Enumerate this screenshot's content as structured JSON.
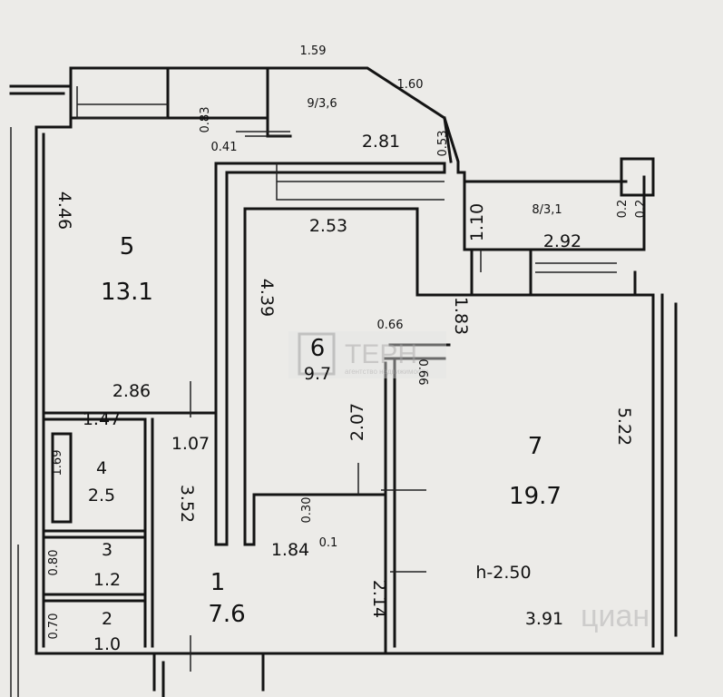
{
  "plan": {
    "labels": [
      "1.59",
      "1.60",
      "9/3,6",
      "0.83",
      "0.41",
      "2.81",
      "0.53",
      "8/3,1",
      "2.92",
      "1.10",
      "0.2",
      "0.2",
      "4.46",
      "5",
      "13.1",
      "2.53",
      "4.39",
      "2.86",
      "6",
      "9.7",
      "0.66",
      "1.83",
      "0.66",
      "2.07",
      "7",
      "19.7",
      "5.22",
      "1.47",
      "1.07",
      "1.69",
      "4",
      "2.5",
      "3.52",
      "0.30",
      "0.1",
      "0.80",
      "3",
      "1.2",
      "1.84",
      "h-2.50",
      "2.14",
      "1",
      "7.6",
      "0.70",
      "2",
      "1.0",
      "3.91"
    ]
  },
  "watermarks": {
    "agency_name": "ТЕРН",
    "agency_sub": "агентство недвижимости",
    "site": "циан"
  }
}
